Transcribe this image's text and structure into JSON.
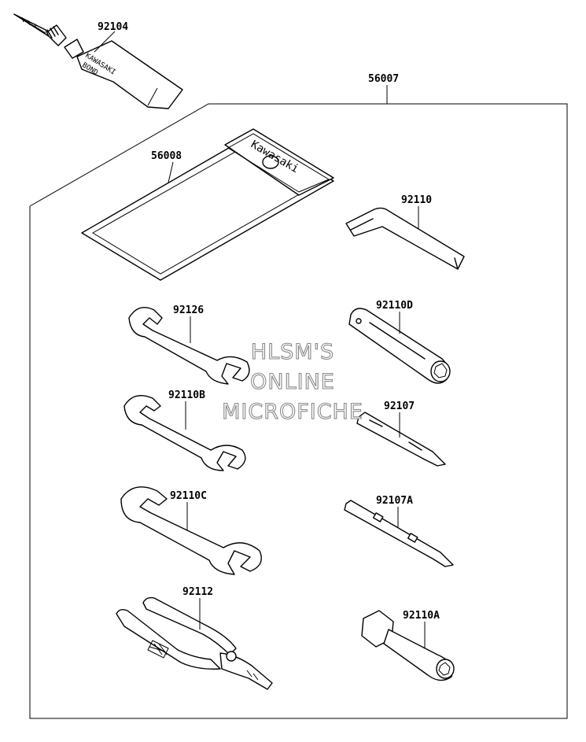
{
  "diagram": {
    "kit_part": "56007",
    "parts": {
      "bond": "92104",
      "bond_label_line1": "KAWASAKI",
      "bond_label_line2": "BOND",
      "pouch": "56008",
      "pouch_brand": "Kawasaki",
      "hex_wrench": "92110",
      "wrench_a": "92126",
      "box_wrench": "92110D",
      "wrench_b": "92110B",
      "screwdriver": "92107",
      "wrench_c": "92110C",
      "screwdriver_b": "92107A",
      "pliers": "92112",
      "socket": "92110A"
    },
    "watermark": {
      "line1": "HLSM'S",
      "line2": "ONLINE",
      "line3": "MICROFICHE"
    }
  }
}
